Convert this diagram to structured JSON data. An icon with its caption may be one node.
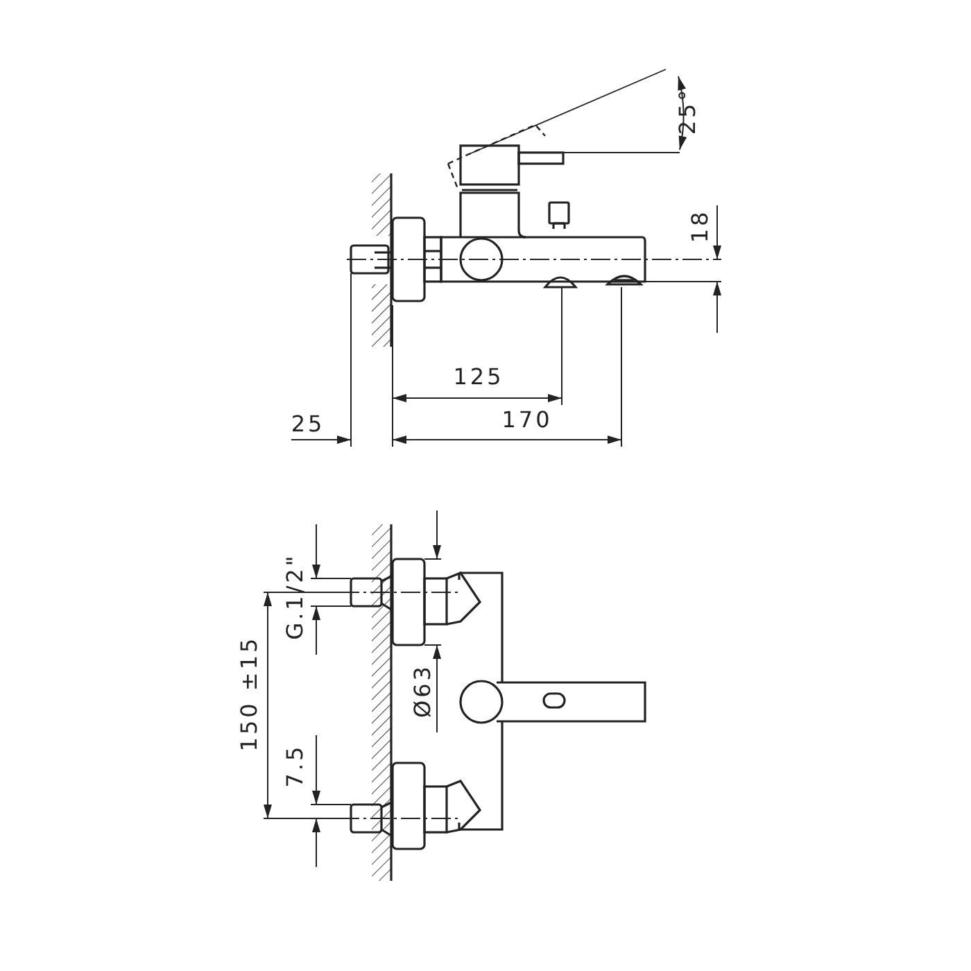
{
  "diagram": {
    "labels": [
      "25°",
      "18",
      "125",
      "25",
      "170",
      "G.1/2\"",
      "150 ±15",
      "Ø63",
      "7.5"
    ]
  }
}
